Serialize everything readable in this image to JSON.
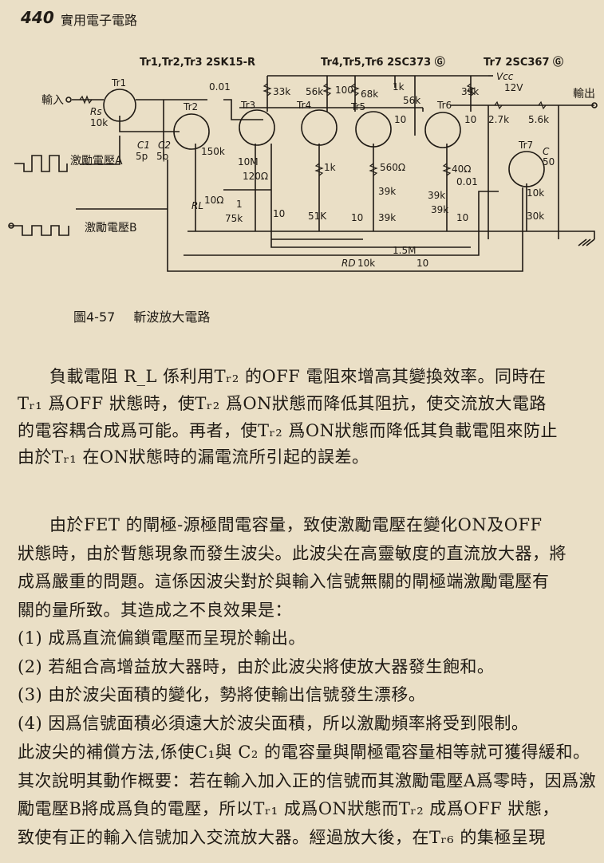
{
  "header": {
    "page_number": "440",
    "book_title": "實用電子電路"
  },
  "figure": {
    "number": "圖4-57",
    "title": "斬波放大電路",
    "labels": {
      "fet_models": "Tr1,Tr2,Tr3 2SK15-R",
      "bjt_models": "Tr4,Tr5,Tr6 2SC373 Ⓖ",
      "tr7_model": "Tr7 2SC367 Ⓖ",
      "input": "輸入",
      "output": "輸出",
      "vcc": "Vcc",
      "vcc_value": "12V",
      "tr1": "Tr1",
      "tr2": "Tr2",
      "tr3": "Tr3",
      "tr4": "Tr4",
      "tr5": "Tr5",
      "tr6": "Tr6",
      "tr7": "Tr7",
      "rs": "Rs",
      "rs_value": "10k",
      "c1": "C1",
      "c1_value": "5p",
      "c2": "C2",
      "c2_value": "5p",
      "cap_001": "0.01",
      "drive_a": "激勵電壓A",
      "drive_b": "激勵電壓B",
      "r_150k": "150k",
      "r_10m": "10M",
      "r_120": "120Ω",
      "r_33k": "33k",
      "r_56k_a": "56k",
      "c_100": "100",
      "r_68k": "68k",
      "r_1k_top": "1k",
      "r_56k_b": "56k",
      "r_39k_top": "39k",
      "c_10_a": "10",
      "c_10_b": "10",
      "r_27k": "2.7k",
      "r_56k_out": "5.6k",
      "c_label": "C",
      "c_50": "50",
      "r_10k_tr7": "10k",
      "r_30k": "30k",
      "r_1k_e4": "1k",
      "r_560": "560Ω",
      "r_39k_a": "39k",
      "r_39k_b": "39k",
      "r_39k_c": "39k",
      "r_39k_d": "39k",
      "r_40": "40Ω",
      "c_001": "0.01",
      "c_10_e6": "10",
      "r_51k": "51K",
      "c_10_e4": "10",
      "c_10_s3": "10",
      "c_1": "1",
      "r_l": "RL",
      "r_l_value": "10Ω",
      "r_75k": "75k",
      "r_15m": "1.5M",
      "r_d": "RD",
      "r_d_value": "10k",
      "c_10_fb": "10"
    }
  },
  "body": {
    "paragraph1": [
      "負載電阻 R_L 係利用Tᵣ₂ 的OFF 電阻來增高其變換效率。同時在",
      "Tᵣ₁ 爲OFF 狀態時，使Tᵣ₂ 爲ON狀態而降低其阻抗，使交流放大電路",
      "的電容耦合成爲可能。再者，使Tᵣ₂ 爲ON狀態而降低其負載電阻來防止",
      "由於Tᵣ₁ 在ON狀態時的漏電流所引起的誤差。"
    ],
    "paragraph2": [
      "由於FET 的閘極-源極間電容量，致使激勵電壓在變化ON及OFF",
      "狀態時，由於暫態現象而發生波尖。此波尖在高靈敏度的直流放大器，將",
      "成爲嚴重的問題。這係因波尖對於與輸入信號無關的閘極端激勵電壓有",
      "關的量所致。其造成之不良效果是：",
      "(1)  成爲直流偏鎖電壓而呈現於輸出。",
      "(2)  若組合高增益放大器時，由於此波尖將使放大器發生飽和。",
      "(3)  由於波尖面積的變化，勢將使輸出信號發生漂移。",
      "(4)  因爲信號面積必須遠大於波尖面積，所以激勵頻率將受到限制。",
      "此波尖的補償方法,係使C₁與 C₂ 的電容量與閘極電容量相等就可獲得緩和。",
      "其次說明其動作概要：若在輸入加入正的信號而其激勵電壓A爲零時，因爲激",
      "勵電壓B將成爲負的電壓，所以Tᵣ₁ 成爲ON狀態而Tᵣ₂ 成爲OFF 狀態，",
      "致使有正的輸入信號加入交流放大器。經過放大後，在Tᵣ₆ 的集極呈現"
    ]
  }
}
